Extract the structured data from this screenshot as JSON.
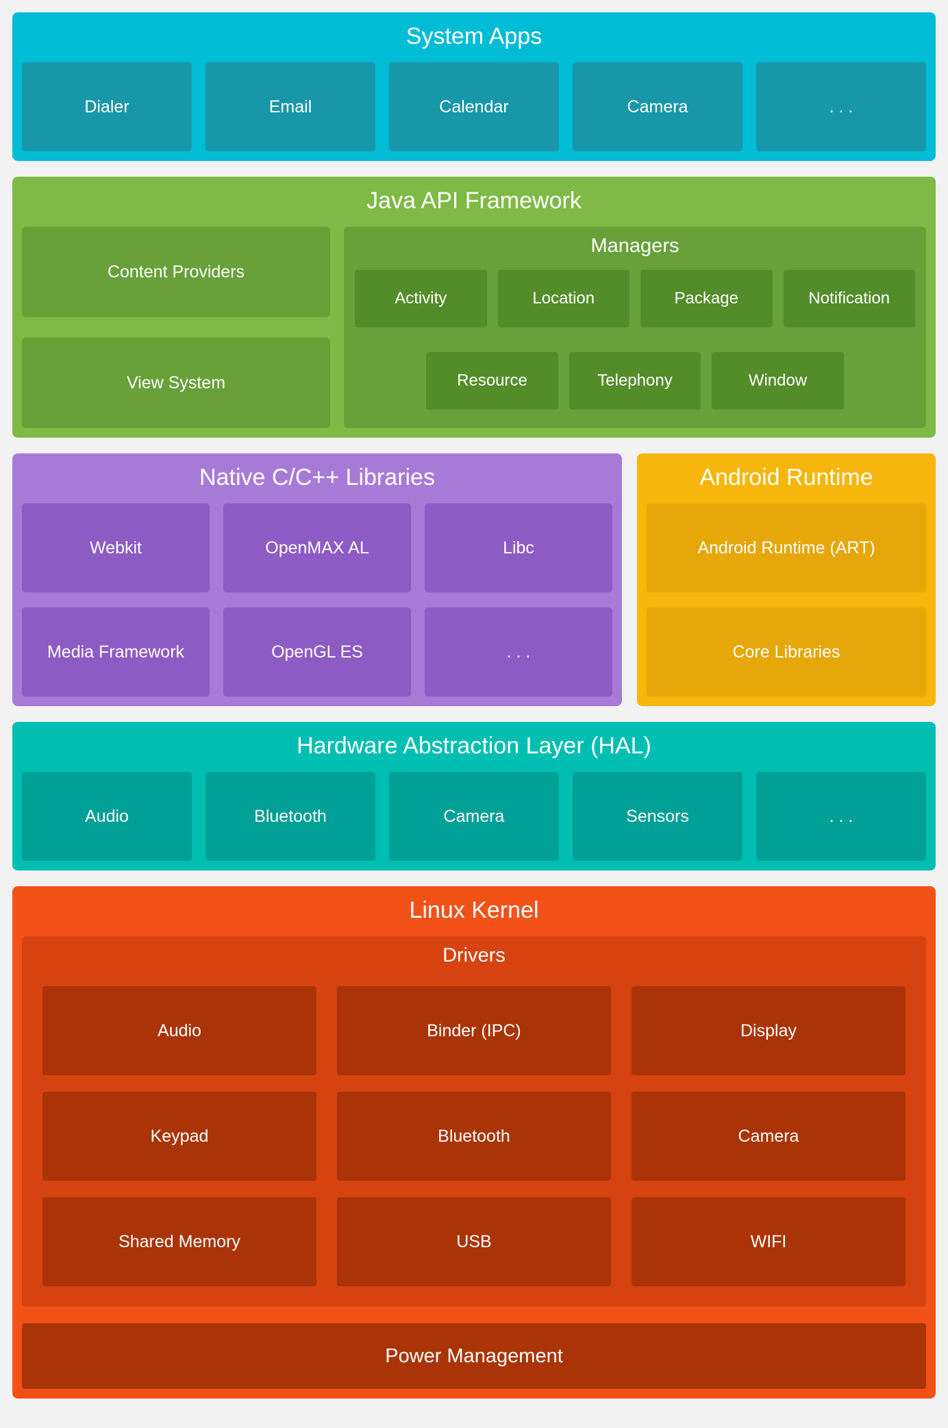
{
  "diagram": {
    "system_apps": {
      "title": "System Apps",
      "items": [
        "Dialer",
        "Email",
        "Calendar",
        "Camera",
        ". . ."
      ]
    },
    "java_api": {
      "title": "Java API Framework",
      "content_providers": "Content Providers",
      "view_system": "View System",
      "managers": {
        "title": "Managers",
        "row1": [
          "Activity",
          "Location",
          "Package",
          "Notification"
        ],
        "row2": [
          "Resource",
          "Telephony",
          "Window"
        ]
      }
    },
    "native_libraries": {
      "title": "Native C/C++ Libraries",
      "items": [
        "Webkit",
        "OpenMAX AL",
        "Libc",
        "Media Framework",
        "OpenGL ES",
        ". . ."
      ]
    },
    "android_runtime": {
      "title": "Android Runtime",
      "items": [
        "Android Runtime (ART)",
        "Core Libraries"
      ]
    },
    "hal": {
      "title": "Hardware Abstraction Layer (HAL)",
      "items": [
        "Audio",
        "Bluetooth",
        "Camera",
        "Sensors",
        ". . ."
      ]
    },
    "linux_kernel": {
      "title": "Linux Kernel",
      "drivers": {
        "title": "Drivers",
        "items": [
          "Audio",
          "Binder (IPC)",
          "Display",
          "Keypad",
          "Bluetooth",
          "Camera",
          "Shared Memory",
          "USB",
          "WIFI"
        ]
      },
      "power_management": "Power Management"
    },
    "colors": {
      "page_bg": "#f2f2f2",
      "text": "#ffffff",
      "system_apps_band": "#00bcd4",
      "system_apps_box": "#1797a8",
      "java_band": "#7eba45",
      "java_box": "#68a03a",
      "java_manager_box": "#538d2a",
      "native_band": "#a87ad8",
      "native_box": "#8d5bc4",
      "runtime_band": "#f6b60b",
      "runtime_box": "#e5a70a",
      "hal_band": "#00bfb2",
      "hal_box": "#00a096",
      "kernel_band": "#f25118",
      "kernel_drivers": "#d64310",
      "kernel_box": "#aa3407"
    }
  }
}
